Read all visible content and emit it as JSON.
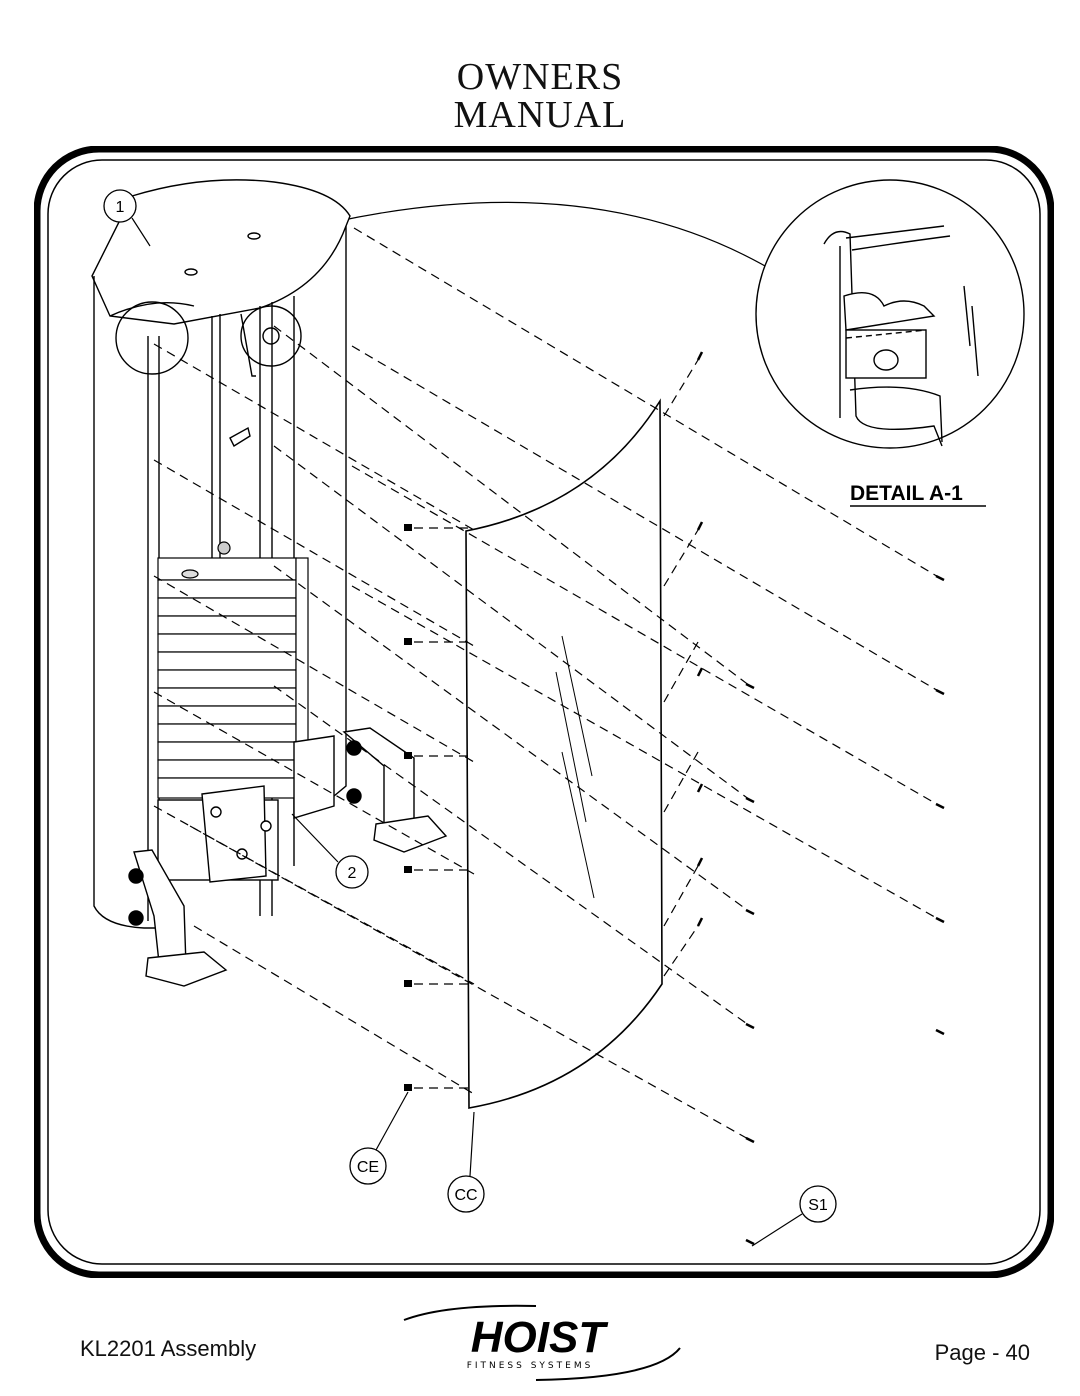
{
  "header": {
    "title_line1": "OWNERS",
    "title_line2": "MANUAL"
  },
  "diagram": {
    "detail_label": "DETAIL A-1",
    "callouts": {
      "item1": "1",
      "item2": "2",
      "ce": "CE",
      "cc": "CC",
      "s1": "S1"
    }
  },
  "footer": {
    "left": "KL2201 Assembly",
    "right": "Page - 40",
    "logo_main": "HOIST",
    "logo_sub": "FITNESS SYSTEMS"
  }
}
